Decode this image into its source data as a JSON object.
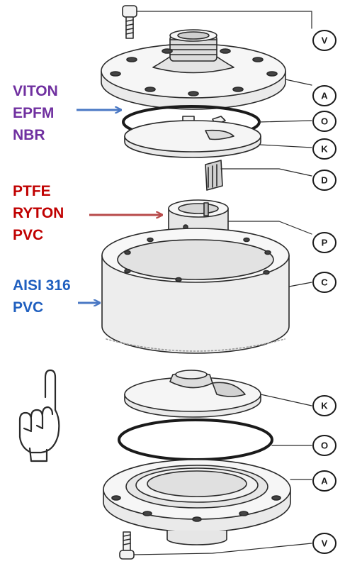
{
  "material_groups": [
    {
      "items": [
        "VITON",
        "EPFM",
        "NBR"
      ],
      "color": "#7030a0"
    },
    {
      "items": [
        "PTFE",
        "RYTON",
        "PVC"
      ],
      "color": "#c00000"
    },
    {
      "items": [
        "AISI 316",
        "PVC"
      ],
      "color": "#1f5fbf"
    }
  ],
  "callouts": [
    {
      "letter": "V",
      "part": "top-bolt"
    },
    {
      "letter": "A",
      "part": "top-flange"
    },
    {
      "letter": "O",
      "part": "top-o-ring"
    },
    {
      "letter": "K",
      "part": "top-disc"
    },
    {
      "letter": "D",
      "part": "vane"
    },
    {
      "letter": "P",
      "part": "rotor"
    },
    {
      "letter": "C",
      "part": "body"
    },
    {
      "letter": "K",
      "part": "bottom-disc"
    },
    {
      "letter": "O",
      "part": "bottom-o-ring"
    },
    {
      "letter": "A",
      "part": "bottom-flange"
    },
    {
      "letter": "V",
      "part": "bottom-bolt"
    }
  ],
  "icons": {
    "hand": "pointing-hand-icon"
  },
  "colors": {
    "line": "#2a2a2a",
    "arrow_blue": "#4a78c4",
    "arrow_red": "#b84a4a"
  }
}
